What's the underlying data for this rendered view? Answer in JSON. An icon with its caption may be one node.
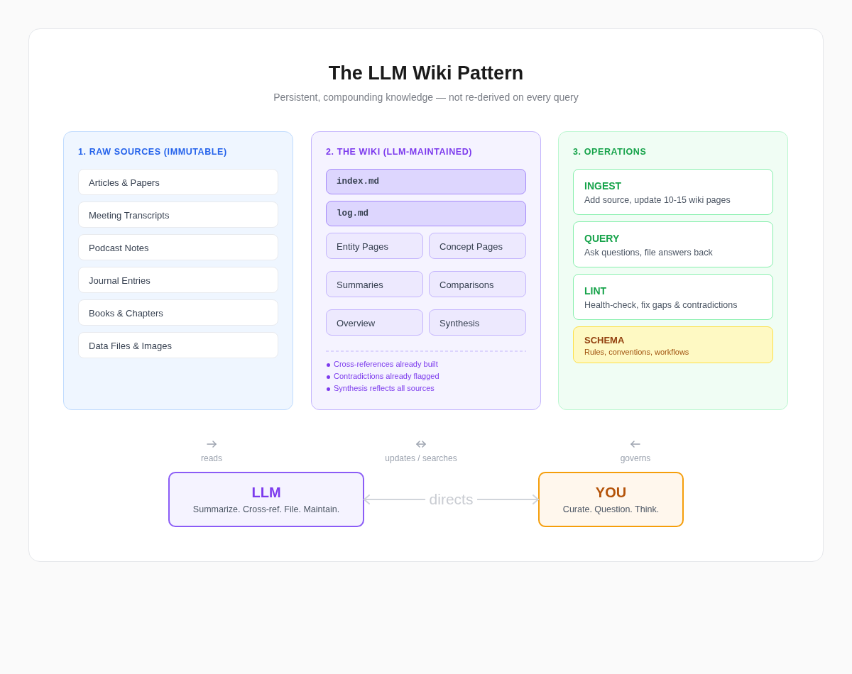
{
  "diagram": {
    "title": "The LLM Wiki Pattern",
    "nodes": [
      {
        "text": [
          "1. RAW SOURCES (IMMUTABLE)"
        ]
      },
      {
        "text": [
          "Articles & Papers"
        ],
        "in": 0
      },
      {
        "text": [
          "Meeting Transcripts"
        ],
        "in": 0
      },
      {
        "text": [
          "Podcast Notes"
        ],
        "in": 0
      },
      {
        "text": [
          "Journal Entries"
        ],
        "in": 0
      },
      {
        "text": [
          "Books & Chapters"
        ],
        "in": 0
      },
      {
        "text": [
          "Data Files & Images"
        ],
        "in": 0
      },
      {
        "text": [
          "2. THE WIKI (LLM-MAINTAINED)",
          "Cross-references already built",
          "Contradictions already flagged",
          "Synthesis reflects all sources"
        ]
      },
      {
        "text": [
          "index.md"
        ],
        "in": 7
      },
      {
        "text": [
          "log.md"
        ],
        "in": 7
      },
      {
        "text": [
          "Entity Pages"
        ],
        "in": 7
      },
      {
        "text": [
          "Concept Pages"
        ],
        "in": 7
      },
      {
        "text": [
          "Summaries"
        ],
        "in": 7
      },
      {
        "text": [
          "Comparisons"
        ],
        "in": 7
      },
      {
        "text": [
          "Overview"
        ],
        "in": 7
      },
      {
        "text": [
          "Synthesis"
        ],
        "in": 7
      },
      {
        "text": [
          "3. OPERATIONS"
        ]
      },
      {
        "text": [
          "INGEST",
          "Add source, update 10-15 wiki pages"
        ],
        "in": 16
      },
      {
        "text": [
          "QUERY",
          "Ask questions, file answers back"
        ],
        "in": 16
      },
      {
        "text": [
          "LINT",
          "Health-check, fix gaps & contradictions"
        ],
        "in": 16
      },
      {
        "text": [
          "SCHEMA",
          "Rules, conventions, workflows"
        ],
        "in": 16
      },
      {
        "text": [
          "LLM",
          "Summarize. Cross-ref. File. Maintain."
        ]
      },
      {
        "text": [
          "YOU",
          "Curate. Question. Think."
        ]
      }
    ],
    "edges": [
      {
        "from": 21,
        "to": 22,
        "arrow": "both",
        "label": "directs"
      }
    ],
    "labels": [
      "Persistent, compounding knowledge — not re-derived on every query",
      "reads",
      "updates / searches",
      "governs"
    ]
  }
}
